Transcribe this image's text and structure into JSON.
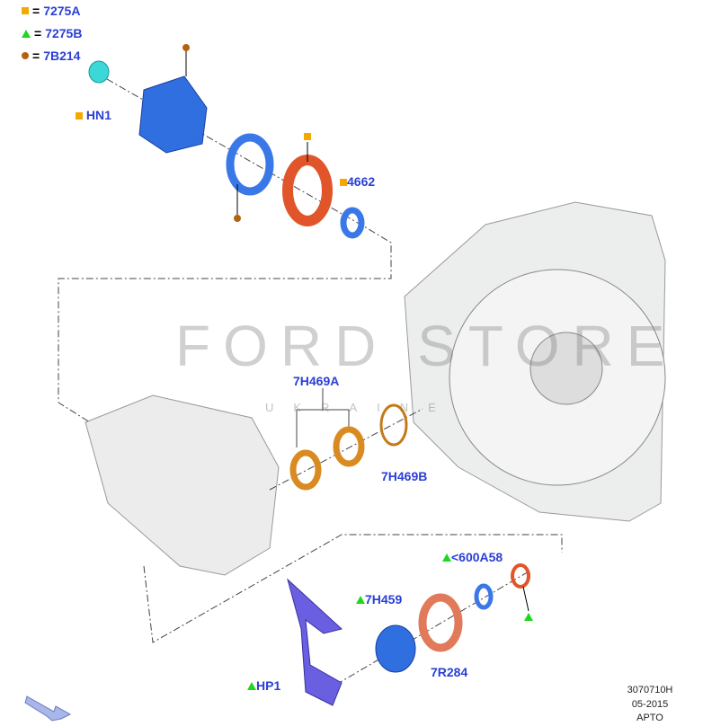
{
  "legend": [
    {
      "symbol": "square",
      "color": "#f5a800",
      "code": "7275A"
    },
    {
      "symbol": "triangle",
      "color": "#1ed81e",
      "code": "7275B"
    },
    {
      "symbol": "circle",
      "color": "#b5620f",
      "code": "7B214"
    }
  ],
  "legend_equals": "=",
  "labels": {
    "hn1": "HN1",
    "p4662": "4662",
    "p7h469a": "7H469A",
    "p7h469b": "7H469B",
    "p600a58": "<600A58",
    "p7h459": "7H459",
    "p7r284": "7R284",
    "hp1": "HP1"
  },
  "watermark": {
    "title": "FORD STORE",
    "subtitle": "UKRAINE"
  },
  "drawing_info": {
    "number": "3070710H",
    "date": "05-2015",
    "type": "APTO"
  }
}
